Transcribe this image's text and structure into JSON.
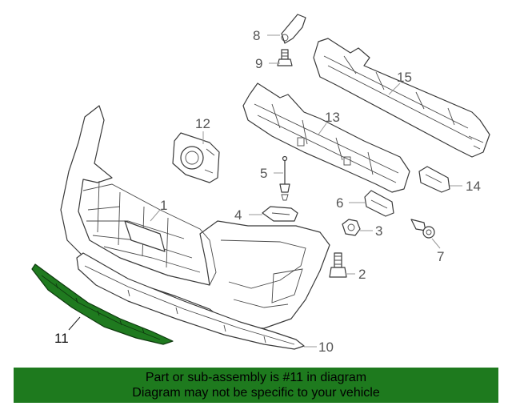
{
  "callouts": {
    "c1": "1",
    "c2": "2",
    "c3": "3",
    "c4": "4",
    "c5": "5",
    "c6": "6",
    "c7": "7",
    "c8": "8",
    "c9": "9",
    "c10": "10",
    "c11": "11",
    "c12": "12",
    "c13": "13",
    "c14": "14",
    "c15": "15"
  },
  "highlighted_part": "11",
  "colors": {
    "highlight_part": "#1f7a1f",
    "banner_background": "#1e7a1e",
    "line_art": "#3a3a3a",
    "callout_text": "#555555"
  },
  "banner": {
    "line1": "Part or sub-assembly is #11 in diagram",
    "line2": "Diagram may not be specific to your vehicle"
  }
}
